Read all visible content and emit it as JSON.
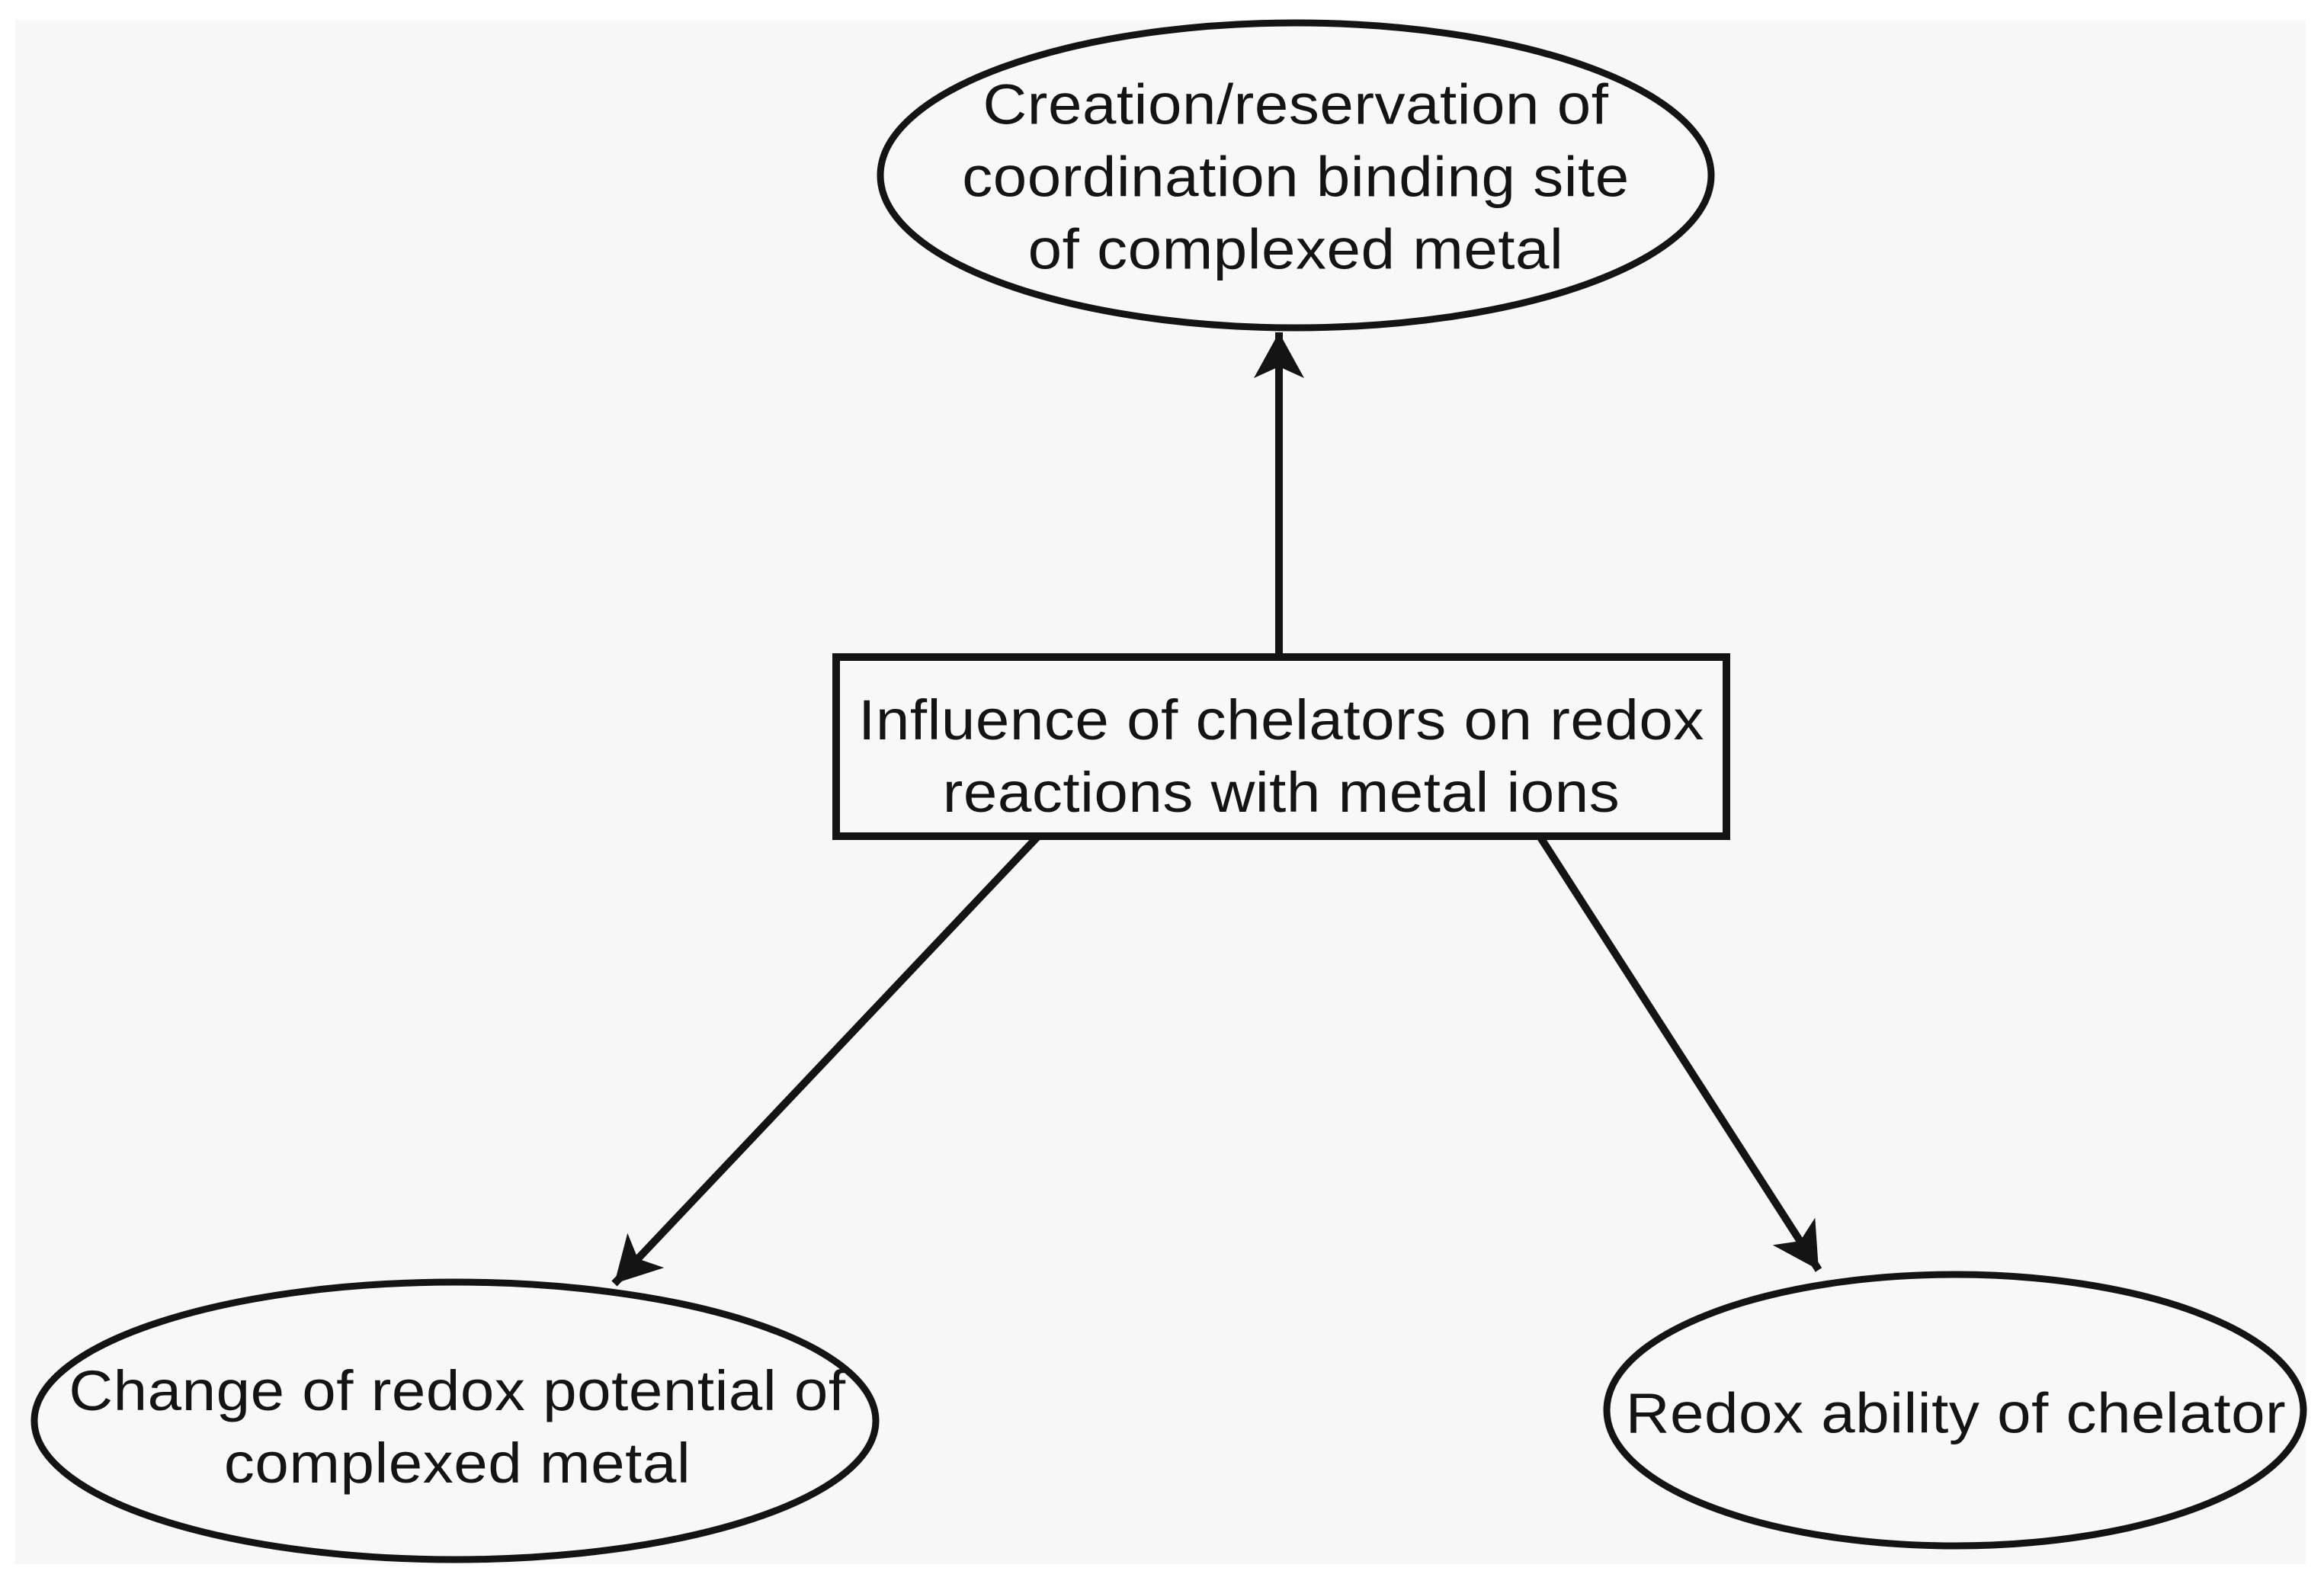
{
  "figure": {
    "type": "flowchart",
    "nodes": {
      "center": {
        "shape": "rectangle",
        "lines": [
          "Influence of chelators on redox",
          "reactions with metal ions"
        ]
      },
      "top": {
        "shape": "ellipse",
        "lines": [
          "Creation/reservation of",
          "coordination binding site",
          "of complexed metal"
        ]
      },
      "bottom_left": {
        "shape": "ellipse",
        "lines": [
          "Change of redox potential of",
          "complexed metal"
        ]
      },
      "bottom_right": {
        "shape": "ellipse",
        "lines": [
          "Redox ability of chelator"
        ]
      }
    },
    "edges": [
      {
        "from": "center",
        "to": "top",
        "style": "arrow"
      },
      {
        "from": "center",
        "to": "bottom_left",
        "style": "arrow"
      },
      {
        "from": "center",
        "to": "bottom_right",
        "style": "arrow"
      }
    ],
    "colors": {
      "ink": "#141414",
      "panel_background": "#f7f7f7",
      "node_fill": "#f8f8f8",
      "page_background": "#ffffff"
    }
  }
}
